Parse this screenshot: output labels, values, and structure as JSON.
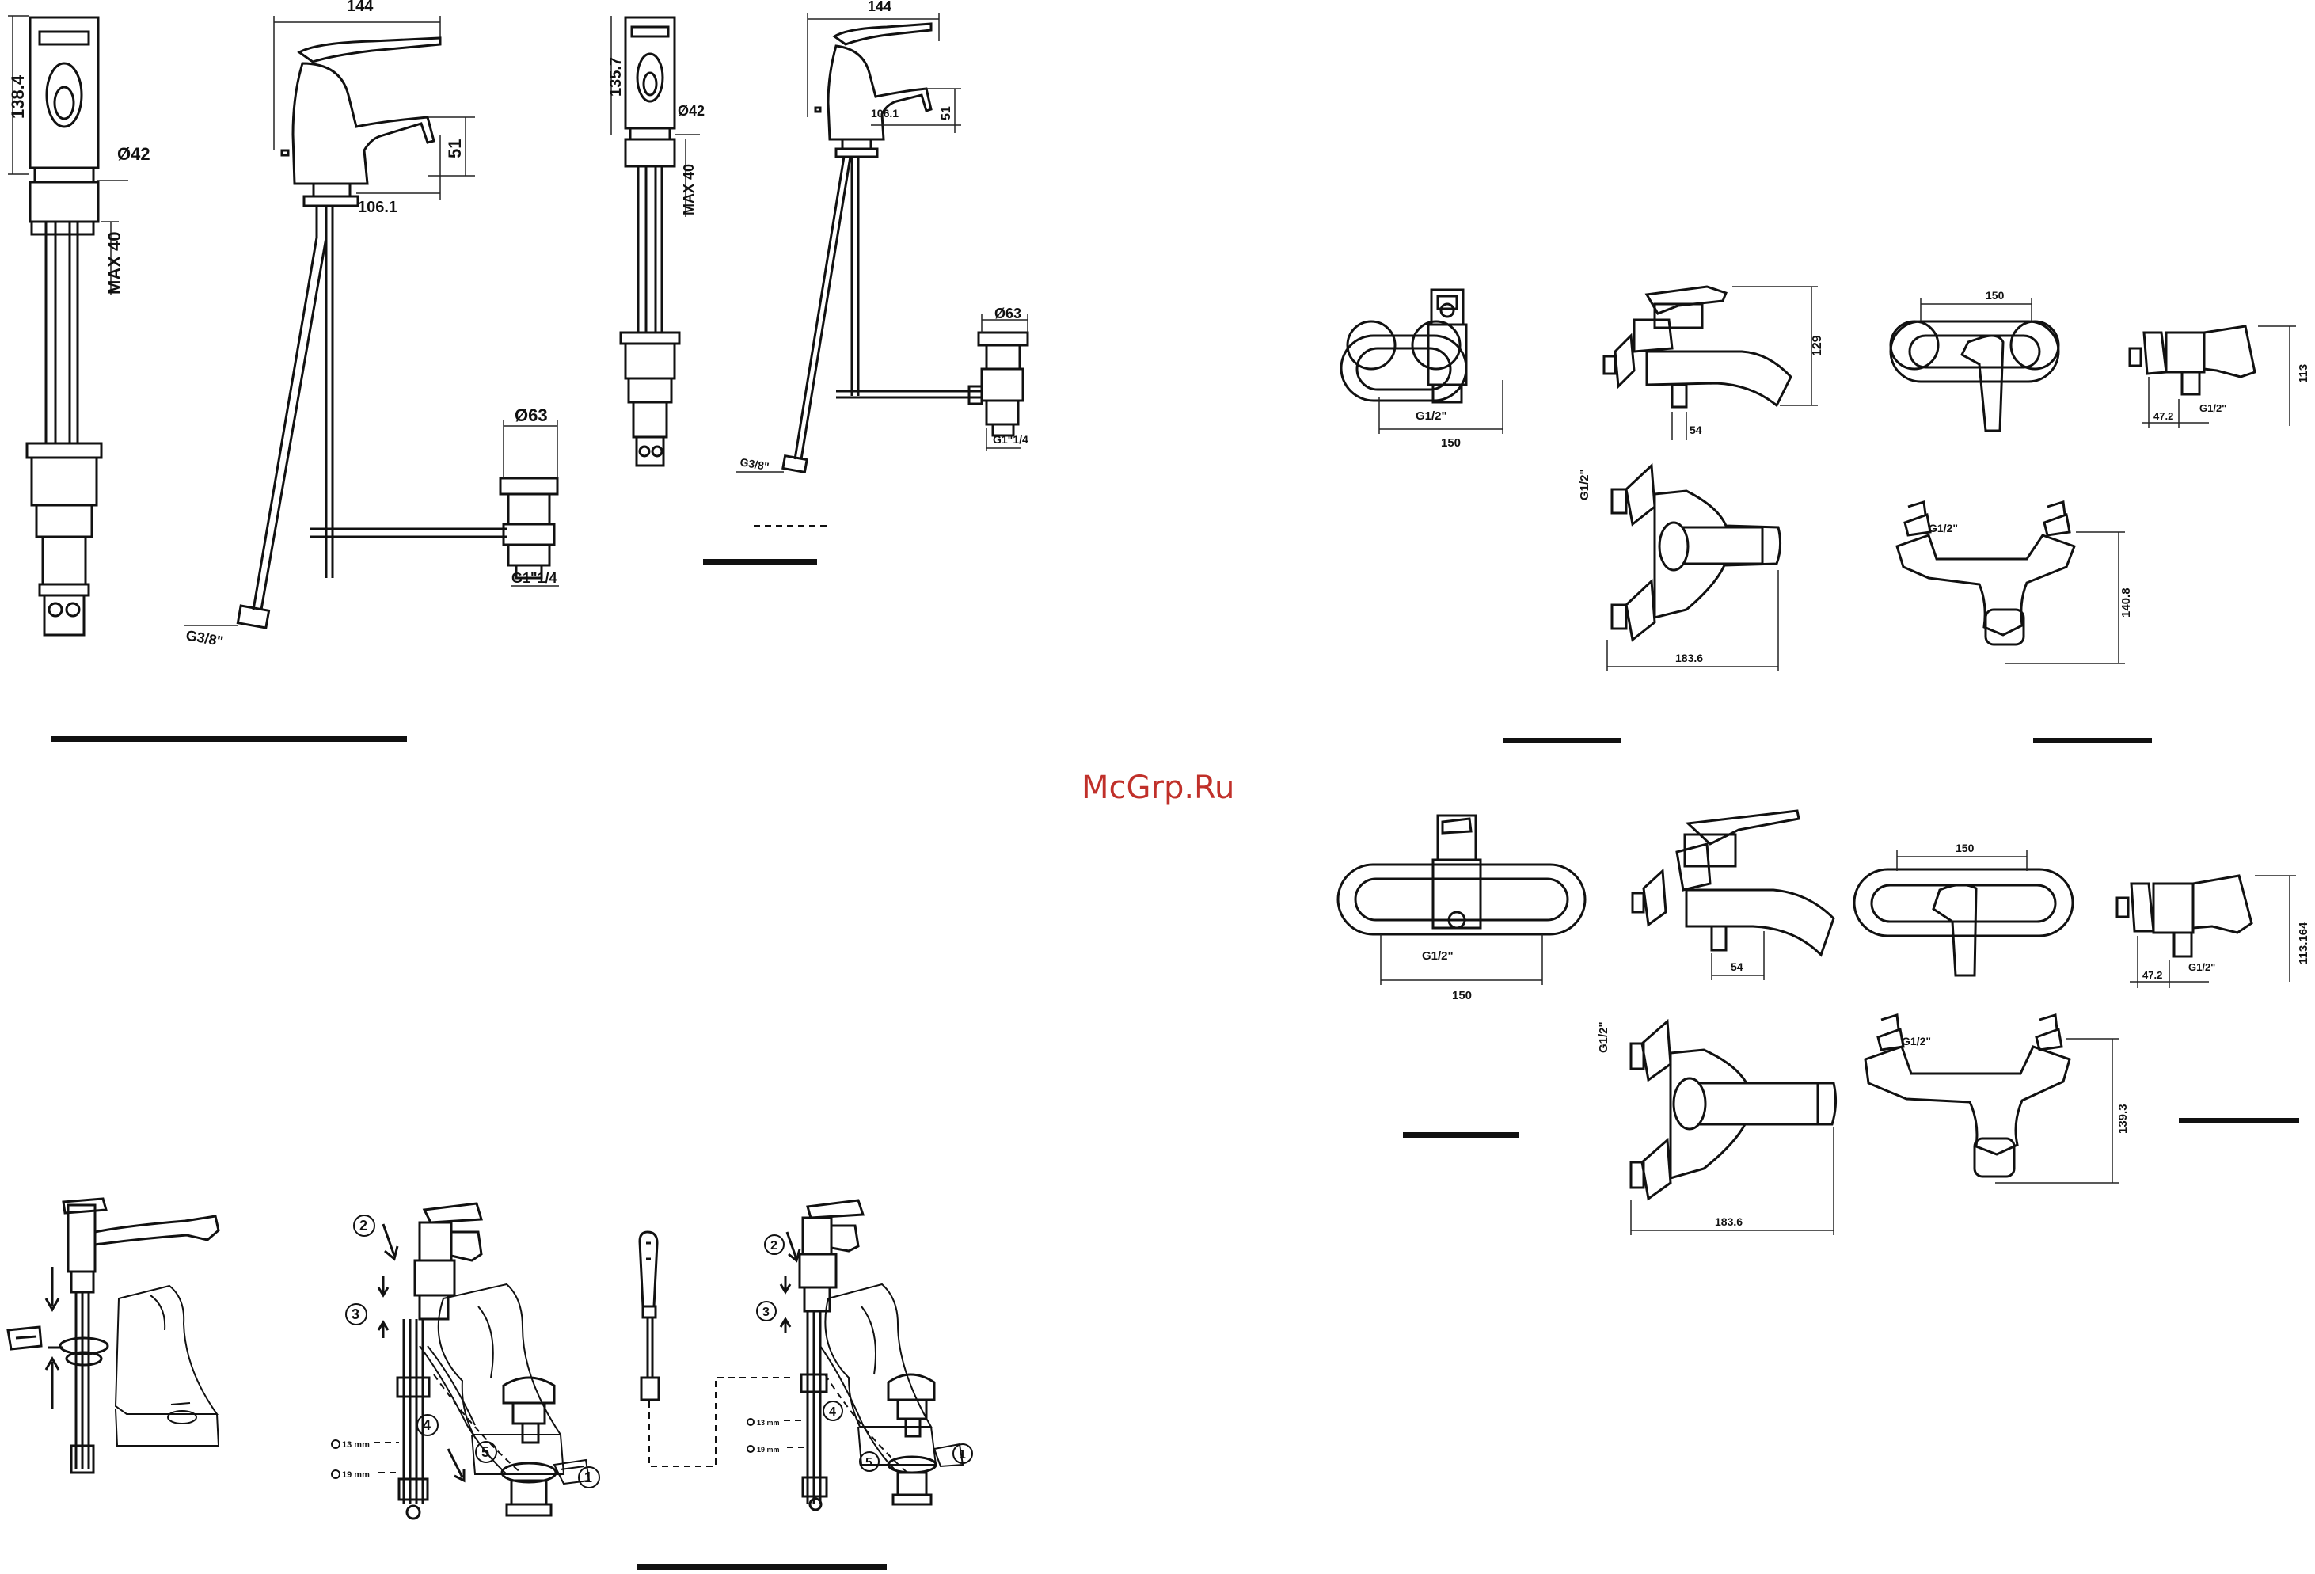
{
  "watermark": "McGrp.Ru",
  "basin_mixer": {
    "dims": {
      "height": "138.4",
      "width": "144",
      "diameter": "Ø42",
      "reach": "106.1",
      "spout_height": "51",
      "max": "MAX 40",
      "waste_dia": "Ø63",
      "waste_thread": "G1\"1/4",
      "hose_thread": "G3/8\""
    }
  },
  "bidet_mixer": {
    "dims": {
      "height": "135.7",
      "width": "144",
      "diameter": "Ø42",
      "reach": "106.1",
      "spout_height": "51",
      "max": "MAX 40",
      "waste_dia": "Ø63",
      "waste_thread": "G1\"1/4",
      "hose_thread": "G3/8\""
    }
  },
  "bath_mixer_1": {
    "dims": {
      "inlet": "G1/2\"",
      "width": "150",
      "spout": "54",
      "height": "129",
      "inlet_side": "G1/2\"",
      "depth": "183.6"
    }
  },
  "shower_mixer_1": {
    "dims": {
      "width": "150",
      "inlet": "G1/2\"",
      "offset": "47.2",
      "height": "113",
      "inlet_top": "G1/2\"",
      "depth": "140.8"
    }
  },
  "bath_mixer_2": {
    "dims": {
      "inlet": "G1/2\"",
      "width": "150",
      "spout": "54",
      "inlet_side": "G1/2\"",
      "depth": "183.6"
    }
  },
  "shower_mixer_2": {
    "dims": {
      "width": "150",
      "inlet": "G1/2\"",
      "offset": "47.2",
      "height": "113.164",
      "inlet_top": "G1/2\"",
      "depth": "139.3"
    }
  },
  "installation": {
    "steps": [
      "1",
      "2",
      "3",
      "4",
      "5"
    ],
    "wrench_small": "13 mm",
    "wrench_large": "19 mm"
  }
}
